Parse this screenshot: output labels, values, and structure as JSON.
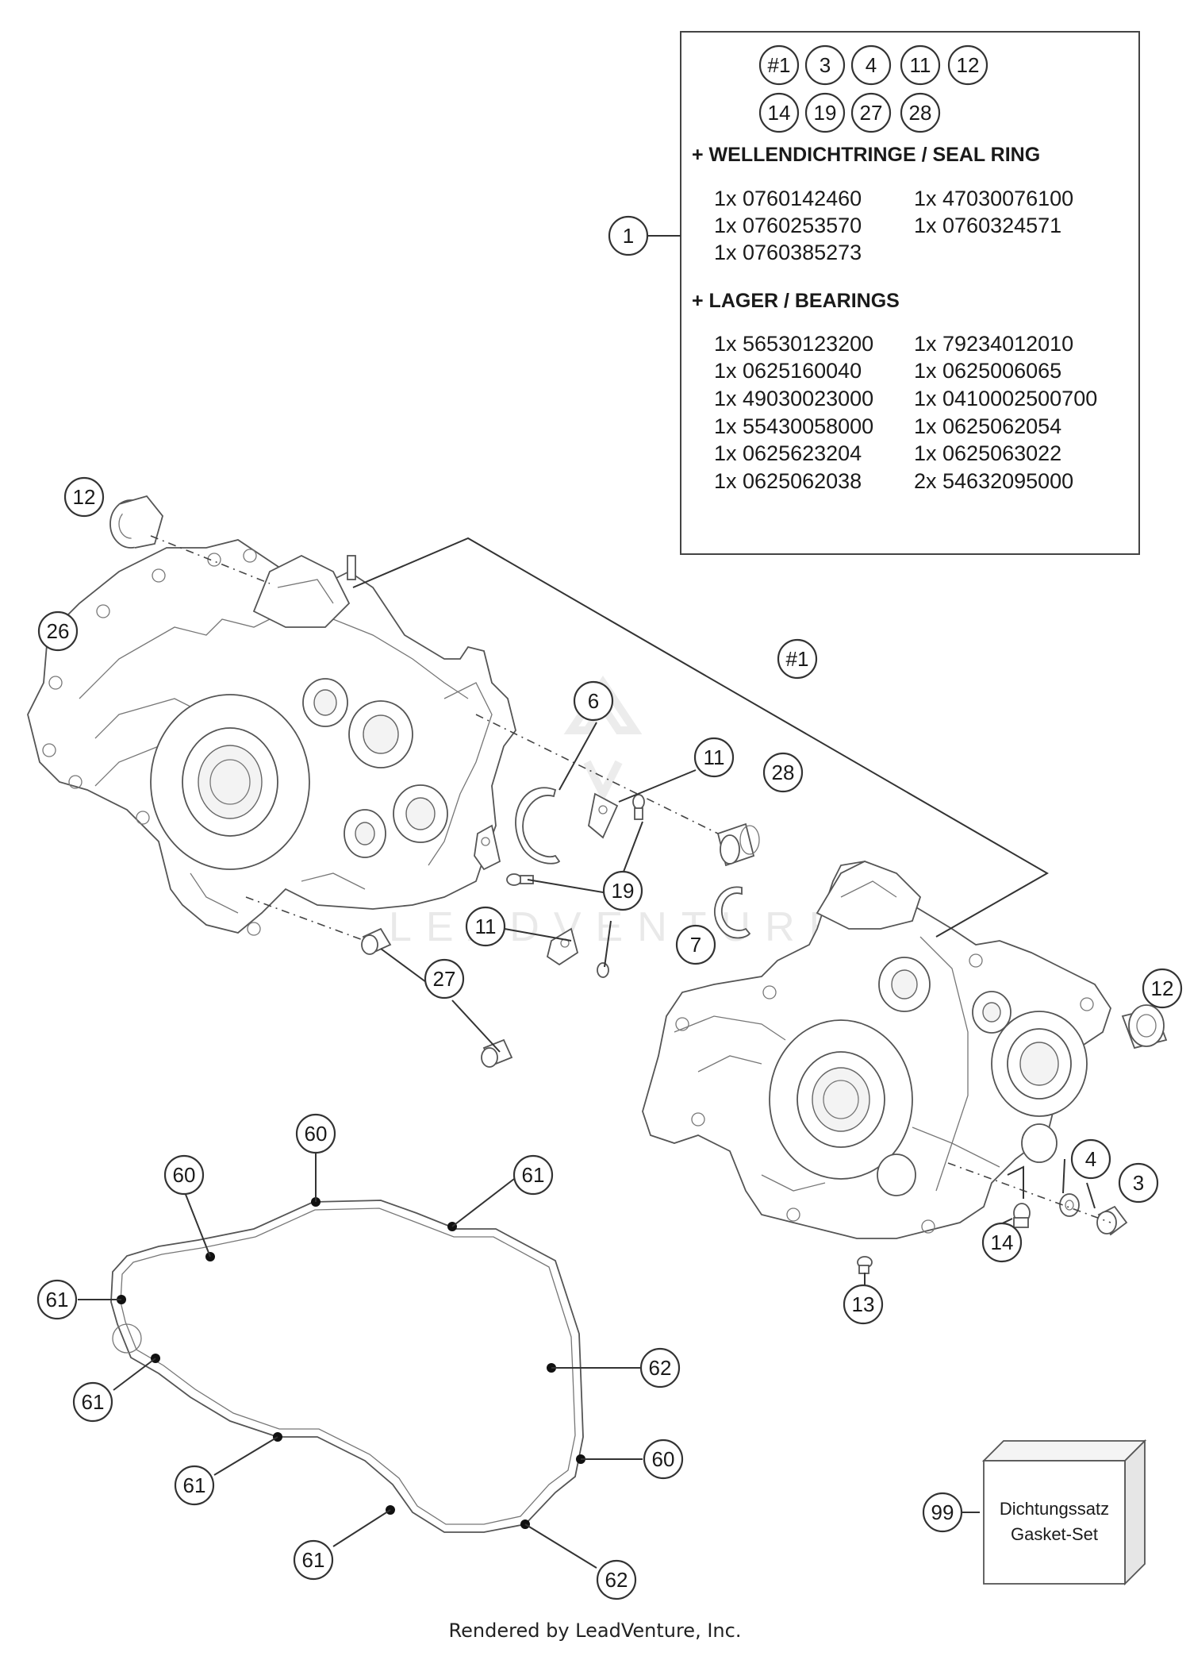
{
  "kit_box": {
    "ref_labels_row1": [
      "#1",
      "3",
      "4",
      "11",
      "12"
    ],
    "ref_labels_row2": [
      "14",
      "19",
      "27",
      "28"
    ],
    "seal_heading": "+ WELLENDICHTRINGE / SEAL RING",
    "seal_items": [
      {
        "left": "1x 0760142460",
        "right": "1x 47030076100"
      },
      {
        "left": "1x 0760253570",
        "right": "1x 0760324571"
      },
      {
        "left": "1x 0760385273",
        "right": ""
      }
    ],
    "bearing_heading": "+ LAGER / BEARINGS",
    "bearing_items": [
      {
        "left": "1x 56530123200",
        "right": "1x 79234012010"
      },
      {
        "left": "1x 0625160040",
        "right": "1x 0625006065"
      },
      {
        "left": "1x 49030023000",
        "right": "1x 0410002500700"
      },
      {
        "left": "1x 55430058000",
        "right": "1x 0625062054"
      },
      {
        "left": "1x 0625623204",
        "right": "1x 0625063022"
      },
      {
        "left": "1x 0625062038",
        "right": "2x 54632095000"
      }
    ]
  },
  "callouts": {
    "c1": "1",
    "c12a": "12",
    "c26": "26",
    "c6": "6",
    "c11a": "11",
    "c28": "28",
    "c19": "19",
    "c11b": "11",
    "c7": "7",
    "c27": "27",
    "c_hash1": "#1",
    "c12b": "12",
    "c4": "4",
    "c3": "3",
    "c14": "14",
    "c13": "13",
    "g60a": "60",
    "g60b": "60",
    "g61a": "61",
    "g61b": "61",
    "g61c": "61",
    "g61d": "61",
    "g61e": "61",
    "g62a": "62",
    "g60c": "60",
    "g62b": "62",
    "c99": "99"
  },
  "gasket_set": {
    "line1": "Dichtungssatz",
    "line2": "Gasket-Set"
  },
  "watermark": "LEADVENTURE",
  "footer": "Rendered by LeadVenture, Inc."
}
